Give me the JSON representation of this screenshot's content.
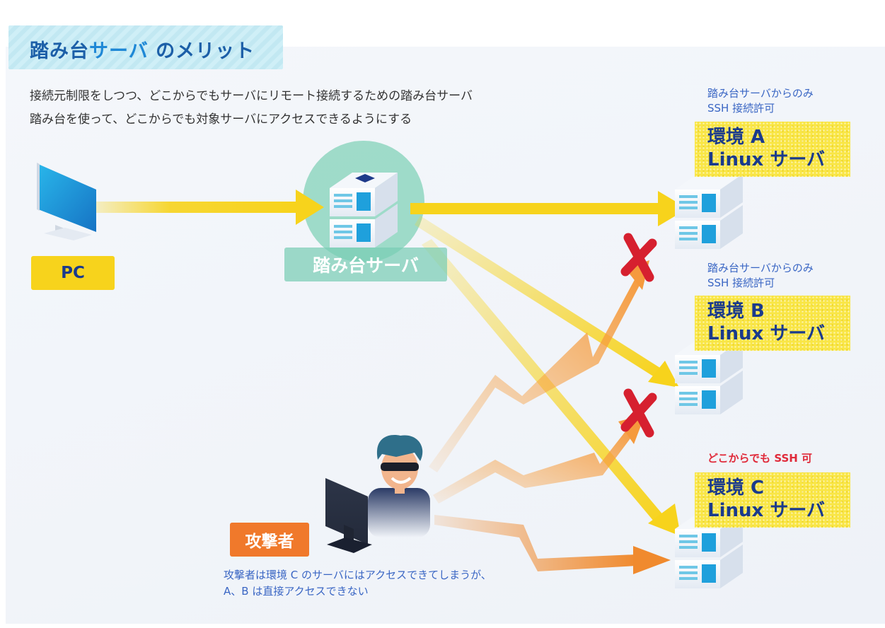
{
  "title": {
    "part1": "踏み台",
    "part2": "サーバ",
    "part3": " のメリット"
  },
  "intro": {
    "line1": "接続元制限をしつつ、どこからでもサーバにリモート接続するための踏み台サーバ",
    "line2": "踏み台を使って、どこからでも対象サーバにアクセスできるようにする"
  },
  "pc": {
    "label": "PC"
  },
  "bastion": {
    "label": "踏み台サーバ"
  },
  "environments": [
    {
      "note_line1": "踏み台サーバからのみ",
      "note_line2": "SSH 接続許可",
      "name_line1": "環境 A",
      "name_line2": "Linux サーバ"
    },
    {
      "note_line1": "踏み台サーバからのみ",
      "note_line2": "SSH 接続許可",
      "name_line1": "環境 B",
      "name_line2": "Linux サーバ"
    },
    {
      "note_line1": "どこからでも SSH 可",
      "name_line1": "環境 C",
      "name_line2": "Linux サーバ"
    }
  ],
  "attacker": {
    "label": "攻撃者",
    "note_line1": "攻撃者は環境 C のサーバにはアクセスできてしまうが、",
    "note_line2": "A、B は直接アクセスできない"
  },
  "colors": {
    "title_text": "#1c5fa8",
    "yellow_arrow": "#f7d31c",
    "orange_arrow": "#f0792b",
    "deny_mark": "#d6202f",
    "bastion_circle": "#8fd6c0",
    "env_box": "#f9e646"
  }
}
